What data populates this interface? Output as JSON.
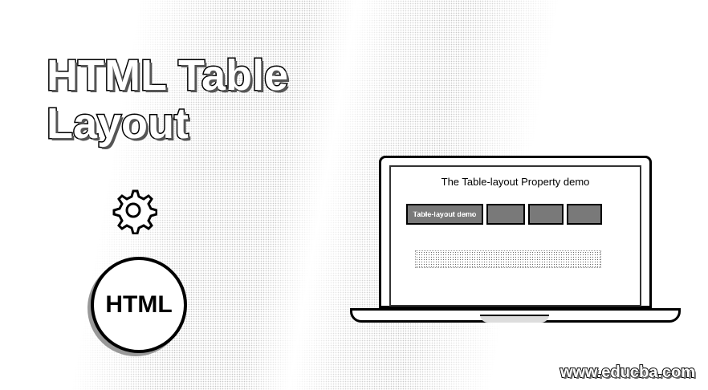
{
  "title": "HTML Table\nLayout",
  "badge": {
    "label": "HTML"
  },
  "laptop": {
    "screen_title": "The Table-layout Property demo",
    "cells": [
      "Table-layout demo",
      "",
      "",
      ""
    ]
  },
  "watermark": "www.educba.com",
  "icons": {
    "gear": "gear-icon",
    "laptop": "laptop-icon"
  }
}
